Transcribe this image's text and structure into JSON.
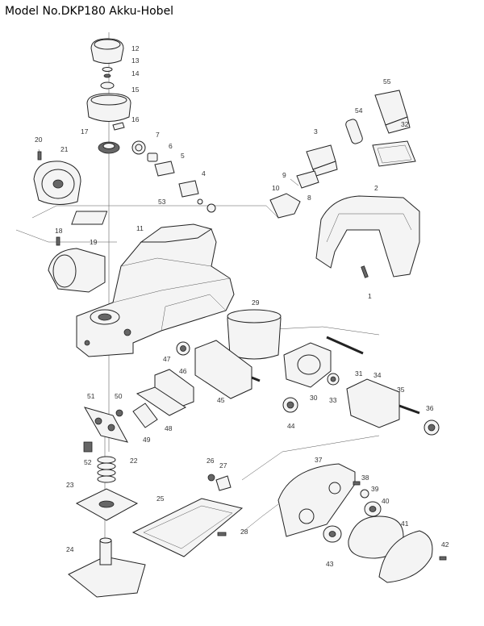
{
  "title": "Model No.DKP180 Akku-Hobel",
  "parts": [
    {
      "num": "1"
    },
    {
      "num": "2"
    },
    {
      "num": "3"
    },
    {
      "num": "4"
    },
    {
      "num": "5"
    },
    {
      "num": "6"
    },
    {
      "num": "7"
    },
    {
      "num": "8"
    },
    {
      "num": "9"
    },
    {
      "num": "10"
    },
    {
      "num": "11"
    },
    {
      "num": "12"
    },
    {
      "num": "13"
    },
    {
      "num": "14"
    },
    {
      "num": "15"
    },
    {
      "num": "16"
    },
    {
      "num": "17"
    },
    {
      "num": "18"
    },
    {
      "num": "19"
    },
    {
      "num": "20"
    },
    {
      "num": "21"
    },
    {
      "num": "22"
    },
    {
      "num": "23"
    },
    {
      "num": "24"
    },
    {
      "num": "25"
    },
    {
      "num": "26"
    },
    {
      "num": "27"
    },
    {
      "num": "28"
    },
    {
      "num": "29"
    },
    {
      "num": "30"
    },
    {
      "num": "31"
    },
    {
      "num": "32"
    },
    {
      "num": "33"
    },
    {
      "num": "34"
    },
    {
      "num": "35"
    },
    {
      "num": "36"
    },
    {
      "num": "37"
    },
    {
      "num": "38"
    },
    {
      "num": "39"
    },
    {
      "num": "40"
    },
    {
      "num": "41"
    },
    {
      "num": "42"
    },
    {
      "num": "43"
    },
    {
      "num": "44"
    },
    {
      "num": "45"
    },
    {
      "num": "46"
    },
    {
      "num": "47"
    },
    {
      "num": "48"
    },
    {
      "num": "49"
    },
    {
      "num": "50"
    },
    {
      "num": "51"
    },
    {
      "num": "52"
    },
    {
      "num": "53"
    },
    {
      "num": "54"
    },
    {
      "num": "55"
    }
  ]
}
